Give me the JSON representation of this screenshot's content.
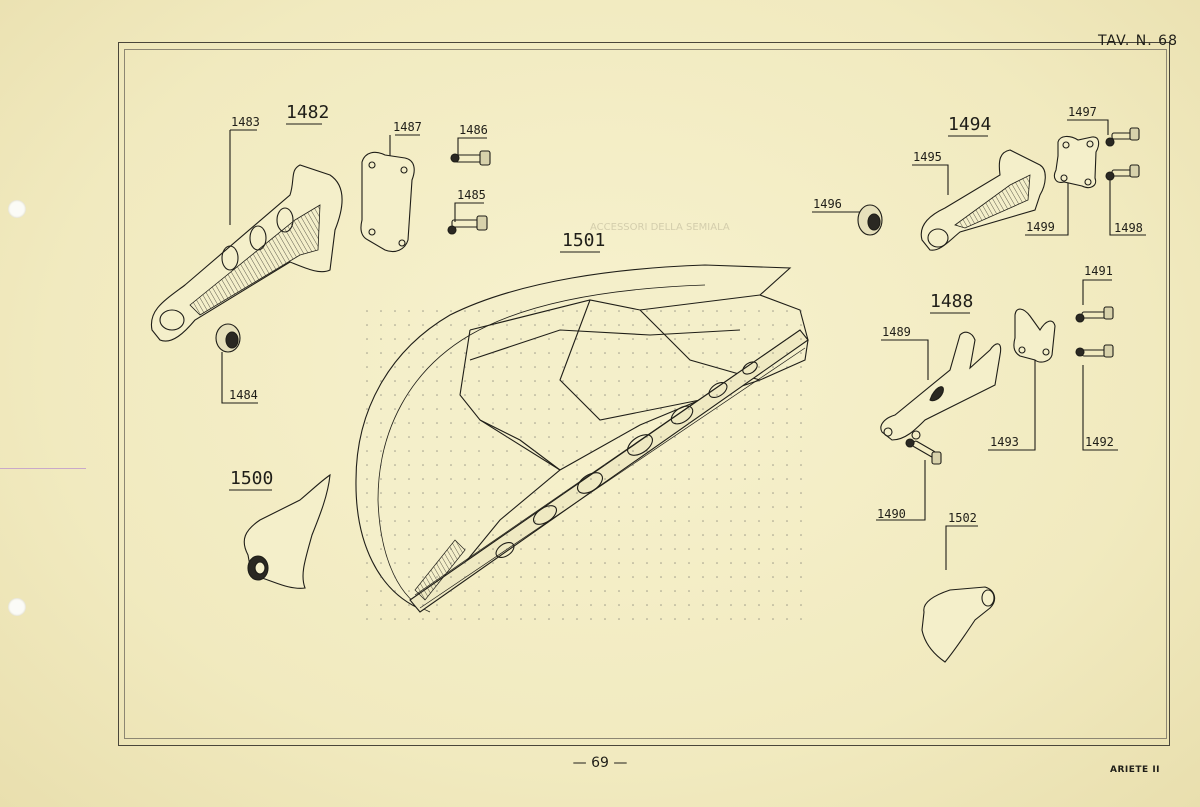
{
  "page": {
    "sheet_ref": "TAV. N. 68",
    "page_number": "— 69 —",
    "model_name": "ARIETE II"
  },
  "labels": {
    "l1482": "1482",
    "l1483": "1483",
    "l1484": "1484",
    "l1485": "1485",
    "l1486": "1486",
    "l1487": "1487",
    "l1488": "1488",
    "l1489": "1489",
    "l1490": "1490",
    "l1491": "1491",
    "l1492": "1492",
    "l1493": "1493",
    "l1494": "1494",
    "l1495": "1495",
    "l1496": "1496",
    "l1497": "1497",
    "l1498": "1498",
    "l1499": "1499",
    "l1500": "1500",
    "l1501": "1501",
    "l1502": "1502"
  },
  "show_through_text": "ACCESSORI DELLA SEMIALA"
}
